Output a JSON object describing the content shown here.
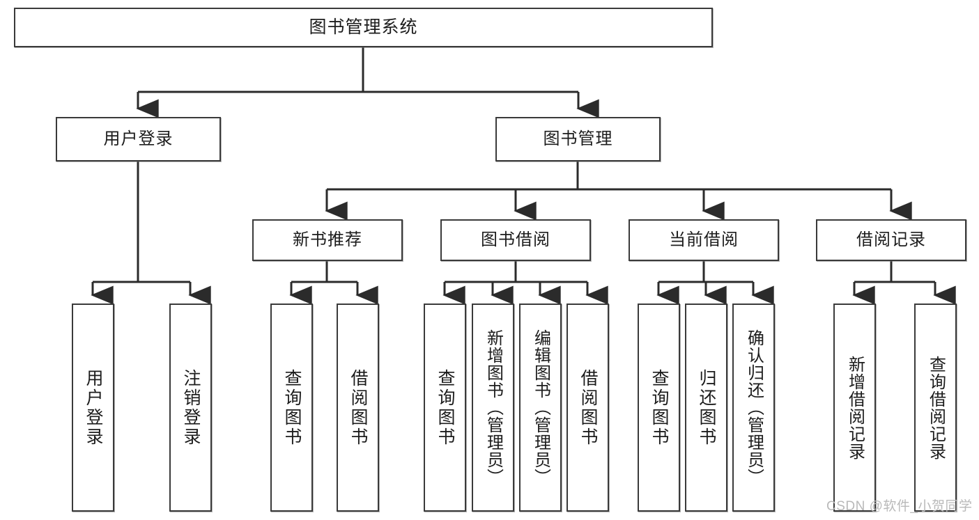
{
  "diagram": {
    "type": "tree",
    "title": "图书管理系统",
    "watermark": "CSDN @软件_小贺同学",
    "colors": {
      "box_border": "#3a3a3a",
      "box_fill": "#ffffff",
      "connector": "#2b2b2b",
      "text": "#1c1c1c",
      "watermark": "#b9b9b9"
    },
    "levels": {
      "root": {
        "label": "图书管理系统"
      },
      "level2": [
        {
          "id": "user-login",
          "label": "用户登录"
        },
        {
          "id": "book-manage",
          "label": "图书管理"
        }
      ],
      "level3": [
        {
          "id": "new-book-recommend",
          "label": "新书推荐",
          "parent": "book-manage"
        },
        {
          "id": "book-borrow",
          "label": "图书借阅",
          "parent": "book-manage"
        },
        {
          "id": "current-borrow",
          "label": "当前借阅",
          "parent": "book-manage"
        },
        {
          "id": "borrow-record",
          "label": "借阅记录",
          "parent": "book-manage"
        }
      ],
      "leaves": [
        {
          "id": "leaf-user-login",
          "label": "用户登录",
          "parent": "user-login"
        },
        {
          "id": "leaf-user-logout",
          "label": "注销登录",
          "parent": "user-login"
        },
        {
          "id": "leaf-query-book-1",
          "label": "查询图书",
          "parent": "new-book-recommend"
        },
        {
          "id": "leaf-borrow-book-1",
          "label": "借阅图书",
          "parent": "new-book-recommend"
        },
        {
          "id": "leaf-query-book-2",
          "label": "查询图书",
          "parent": "book-borrow"
        },
        {
          "id": "leaf-add-book",
          "label": "新增图书（管理员）",
          "parent": "book-borrow"
        },
        {
          "id": "leaf-edit-book",
          "label": "编辑图书（管理员）",
          "parent": "book-borrow"
        },
        {
          "id": "leaf-borrow-book-2",
          "label": "借阅图书",
          "parent": "book-borrow"
        },
        {
          "id": "leaf-query-book-3",
          "label": "查询图书",
          "parent": "current-borrow"
        },
        {
          "id": "leaf-return-book",
          "label": "归还图书",
          "parent": "current-borrow"
        },
        {
          "id": "leaf-confirm-return",
          "label": "确认归还（管理员）",
          "parent": "current-borrow"
        },
        {
          "id": "leaf-add-record",
          "label": "新增借阅记录",
          "parent": "borrow-record"
        },
        {
          "id": "leaf-query-record",
          "label": "查询借阅记录",
          "parent": "borrow-record"
        }
      ]
    }
  }
}
